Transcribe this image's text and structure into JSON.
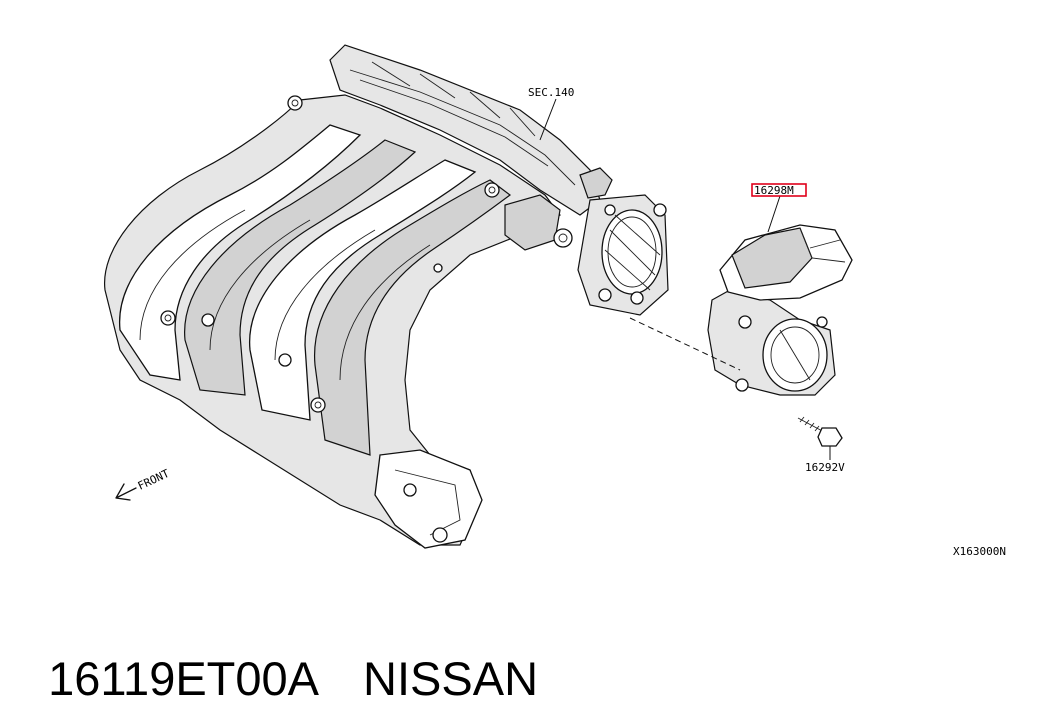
{
  "labels": {
    "sec_ref": "SEC.140",
    "highlighted_part": "16298M",
    "bolt_part": "16292V",
    "front": "FRONT",
    "figure_id": "X163000N"
  },
  "caption": {
    "part_number": "16119ET00A",
    "brand": "NISSAN"
  },
  "colors": {
    "highlight_box": "#e0001b",
    "line": "#111111"
  }
}
